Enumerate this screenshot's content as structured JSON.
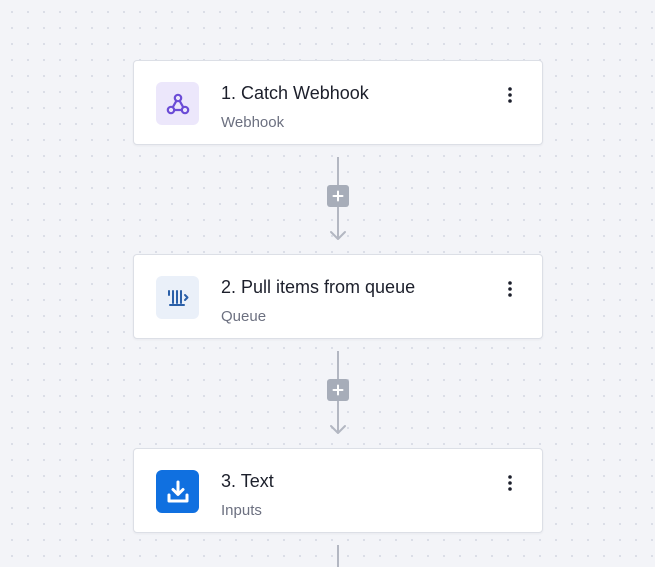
{
  "steps": [
    {
      "title": "1. Catch Webhook",
      "subtitle": "Webhook",
      "icon": "webhook-icon",
      "icon_bg": "#ece7fb",
      "icon_color": "#6b4cd6"
    },
    {
      "title": "2. Pull items from queue",
      "subtitle": "Queue",
      "icon": "queue-icon",
      "icon_bg": "#eaf0f9",
      "icon_color": "#2a5fa8"
    },
    {
      "title": "3. Text",
      "subtitle": "Inputs",
      "icon": "download-icon",
      "icon_bg": "#1070e0",
      "icon_color": "#ffffff"
    }
  ],
  "colors": {
    "canvas": "#f3f4f8",
    "connector": "#b3b7c2",
    "add_button": "#a7adb9"
  }
}
